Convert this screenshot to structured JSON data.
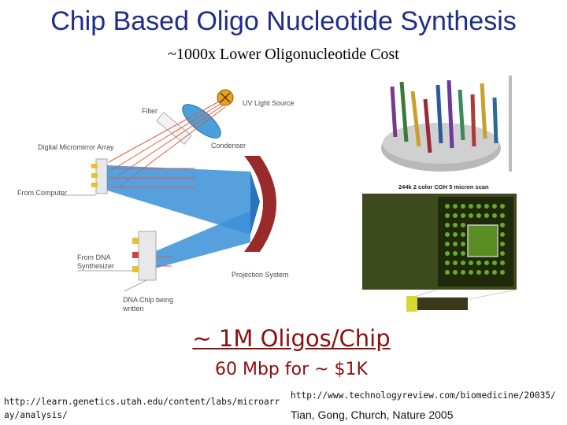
{
  "slide": {
    "title": "Chip Based Oligo Nucleotide Synthesis",
    "subtitle": "~1000x Lower Oligonucleotide Cost",
    "tagline": "~ 1M Oligos/Chip",
    "cost_line": "60 Mbp  for ~ $1K",
    "ref_left": "http://learn.genetics.utah.edu/content/labs/microarray/analysis/",
    "ref_right": "http://www.technologyreview.com/biomedicine/20035/",
    "citation": "Tian, Gong, Church, Nature 2005"
  },
  "diagram": {
    "labels": {
      "filter": "Filter",
      "uv": "UV Light Source",
      "dma": "Digital Micromirror Array",
      "condenser": "Condenser",
      "computer": "From Computer",
      "dna_synth_1": "From DNA",
      "dna_synth_2": "Synthesizer",
      "projection": "Projection System",
      "chip_1": "DNA Chip being",
      "chip_2": "written"
    }
  },
  "scan": {
    "label": "244k 2 color CGH 5 micron scan"
  },
  "colors": {
    "title": "#1f2d8a",
    "accent": "#8a1010",
    "beam": "#3a8fd8",
    "ray": "#e05a3c"
  }
}
